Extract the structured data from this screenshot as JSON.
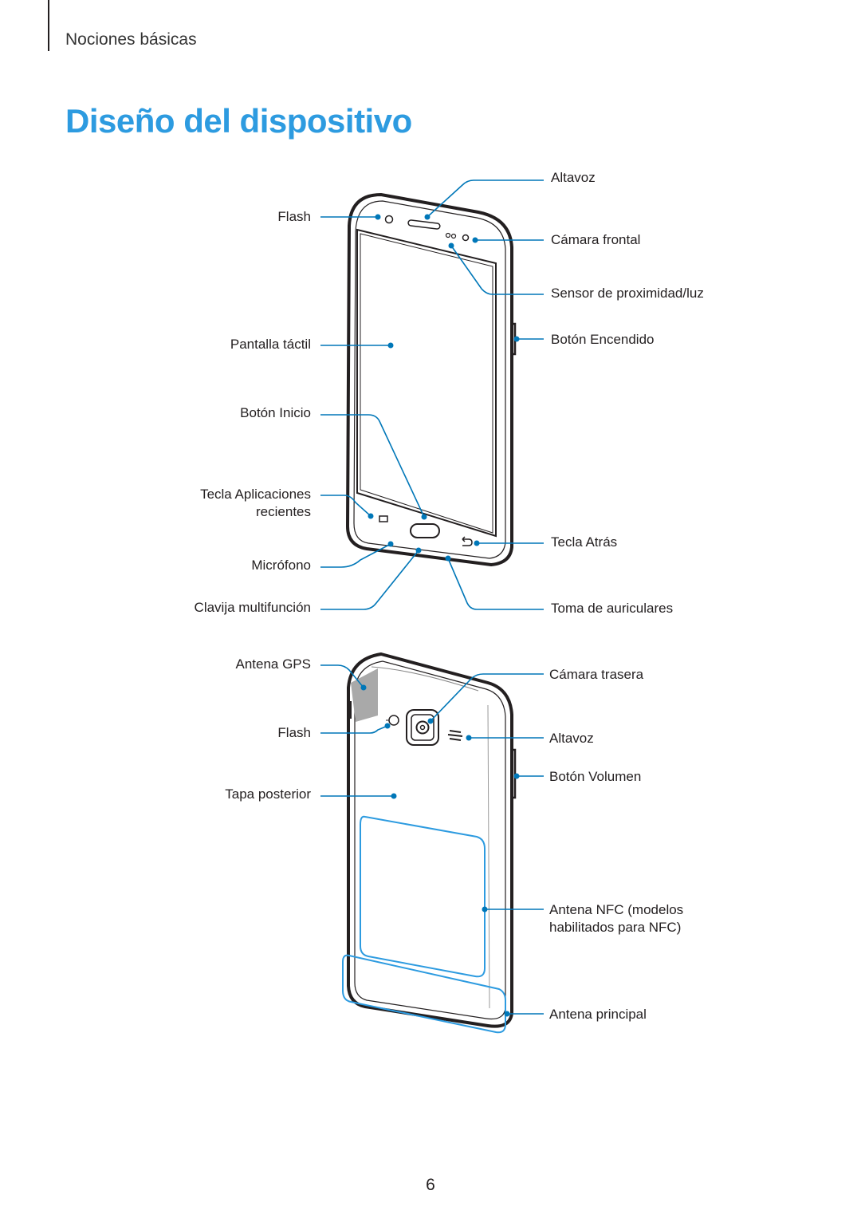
{
  "header": {
    "section": "Nociones básicas"
  },
  "title": "Diseño del dispositivo",
  "front_labels": {
    "flash": "Flash",
    "touchscreen": "Pantalla táctil",
    "home": "Botón Inicio",
    "recent_line1": "Tecla Aplicaciones",
    "recent_line2": "recientes",
    "mic": "Micrófono",
    "multi": "Clavija multifunción",
    "speaker": "Altavoz",
    "front_cam": "Cámara frontal",
    "sensor": "Sensor de proximidad/luz",
    "power": "Botón Encendido",
    "back_key": "Tecla Atrás",
    "headset": "Toma de auriculares"
  },
  "back_labels": {
    "gps": "Antena GPS",
    "flash": "Flash",
    "cover": "Tapa posterior",
    "rear_cam": "Cámara trasera",
    "speaker": "Altavoz",
    "volume": "Botón Volumen",
    "nfc_line1": "Antena NFC (modelos",
    "nfc_line2": "habilitados para NFC)",
    "main_antenna": "Antena principal"
  },
  "colors": {
    "accent": "#2d9be0",
    "line": "#0077b8",
    "text": "#231f20"
  },
  "page_number": "6"
}
